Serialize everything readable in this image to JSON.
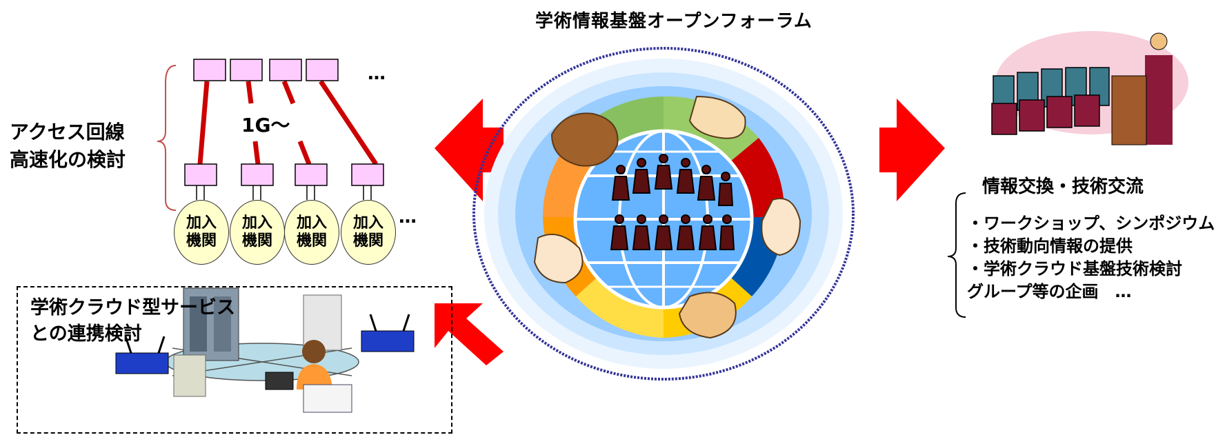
{
  "title": "学術情報基盤オープンフォーラム",
  "access": {
    "line1": "アクセス回線",
    "line2": "高速化の検討",
    "speed": "1G～",
    "ellipsis_top": "…",
    "ellipsis_bottom": "…",
    "orgs": [
      "加入\n機関",
      "加入\n機関",
      "加入\n機関",
      "加入\n機関"
    ]
  },
  "info": {
    "title": "情報交換・技術交流",
    "items": [
      "・ワークショップ、シンポジウム",
      "・技術動向情報の提供",
      "・学術クラウド基盤技術検討",
      "グループ等の企画　…"
    ]
  },
  "cloud": {
    "line1": "学術クラウド型サービス",
    "line2": "との連携検討"
  },
  "colors": {
    "arrow": "#ff0000",
    "link": "#cc0000",
    "node": "#ffccff",
    "org_fill": "#ffffcc",
    "ring_dash": "#333399",
    "globe": "#66b3ff"
  }
}
